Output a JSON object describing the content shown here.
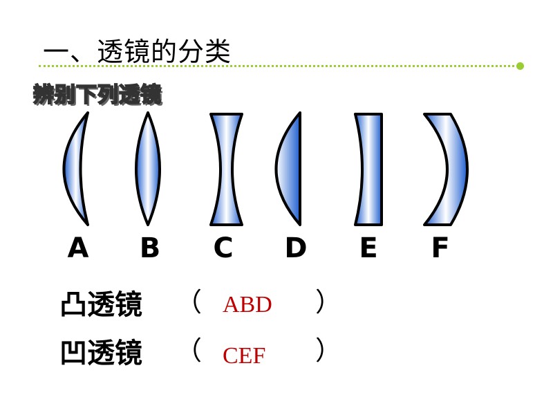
{
  "title": "一、透镜的分类",
  "subtitle": "辨别下列透镜",
  "lenses": [
    {
      "label": "A",
      "kind": "plano-convex-left"
    },
    {
      "label": "B",
      "kind": "biconvex"
    },
    {
      "label": "C",
      "kind": "biconcave"
    },
    {
      "label": "D",
      "kind": "plano-convex-right"
    },
    {
      "label": "E",
      "kind": "plano-concave"
    },
    {
      "label": "F",
      "kind": "meniscus"
    }
  ],
  "answers": [
    {
      "category": "凸透镜",
      "open": "（",
      "answer": "ABD",
      "close": "）"
    },
    {
      "category": "凹透镜",
      "open": "（",
      "answer": "CEF",
      "close": "）"
    }
  ],
  "colors": {
    "divider": "#9acd32",
    "lens_edge": "#1f5fd0",
    "lens_center": "#ffffff",
    "lens_stroke": "#000000",
    "answer_text": "#c00000"
  }
}
